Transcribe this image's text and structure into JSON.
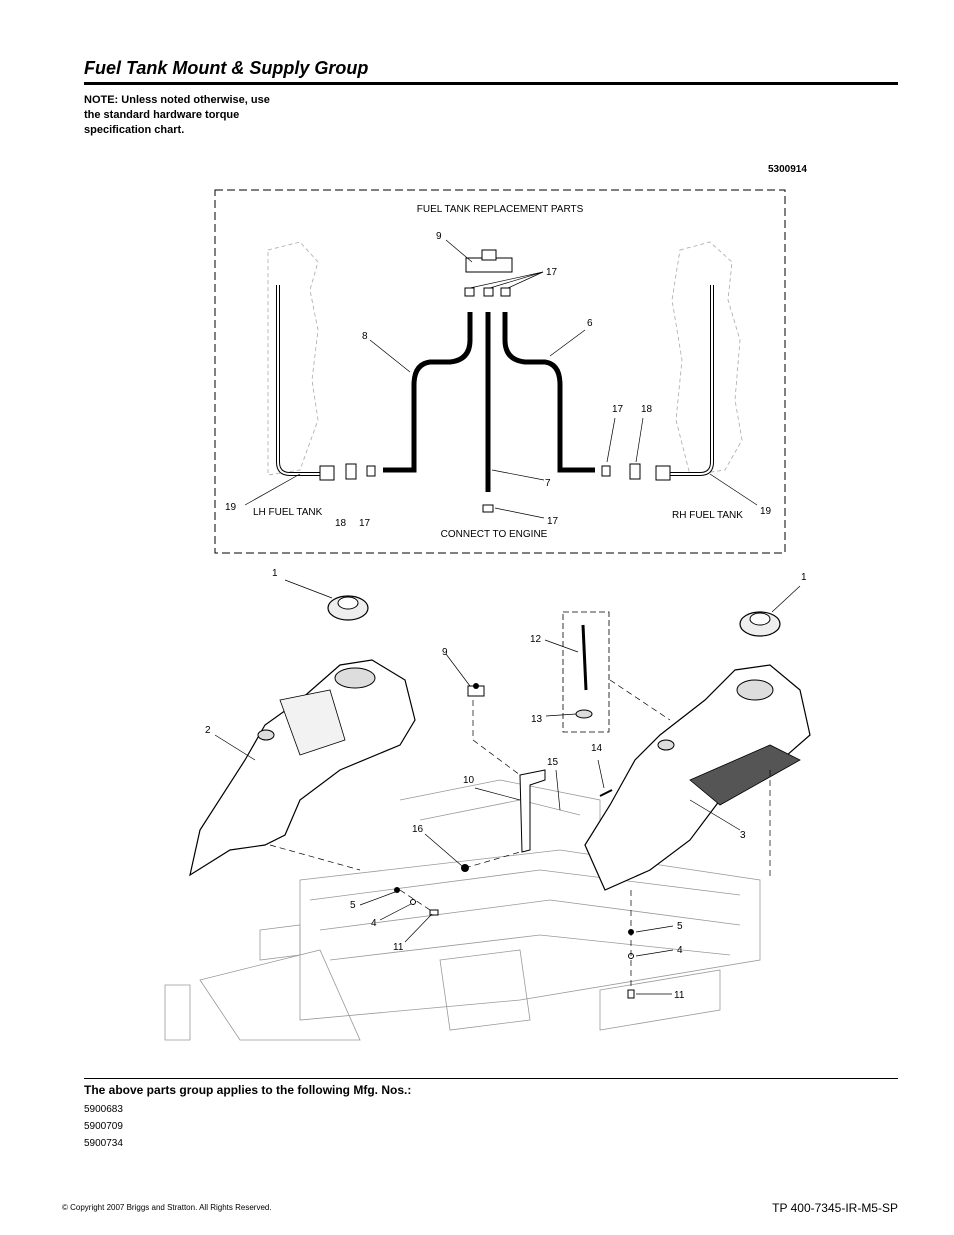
{
  "header": {
    "title": "Fuel Tank Mount & Supply Group",
    "note": "NOTE: Unless noted otherwise, use\nthe standard hardware torque\nspecification chart.",
    "figure_number": "5300914"
  },
  "diagram": {
    "box_title": "FUEL TANK REPLACEMENT PARTS",
    "lh_tank_label": "LH FUEL TANK",
    "rh_tank_label": "RH FUEL TANK",
    "engine_label": "CONNECT TO ENGINE",
    "callouts": {
      "c1_left": "1",
      "c1_right": "1",
      "c2": "2",
      "c3": "3",
      "c4_left": "4",
      "c4_right": "4",
      "c5_left": "5",
      "c5_right": "5",
      "c6": "6",
      "c7": "7",
      "c8": "8",
      "c9_box": "9",
      "c9": "9",
      "c10": "10",
      "c11_left": "11",
      "c11_right": "11",
      "c12": "12",
      "c13": "13",
      "c14": "14",
      "c15": "15",
      "c16": "16",
      "c17_top": "17",
      "c17_right": "17",
      "c17_left": "17",
      "c17_bottom": "17",
      "c18_left": "18",
      "c18_right": "18",
      "c19_left": "19",
      "c19_right": "19"
    }
  },
  "footer": {
    "applies_heading": "The above parts group applies to the following Mfg. Nos.:",
    "mfg_numbers": [
      "5900683",
      "5900709",
      "5900734"
    ],
    "copyright": "© Copyright  2007 Briggs and Stratton. All Rights Reserved.",
    "doc_id": "TP 400-7345-IR-M5-SP"
  }
}
